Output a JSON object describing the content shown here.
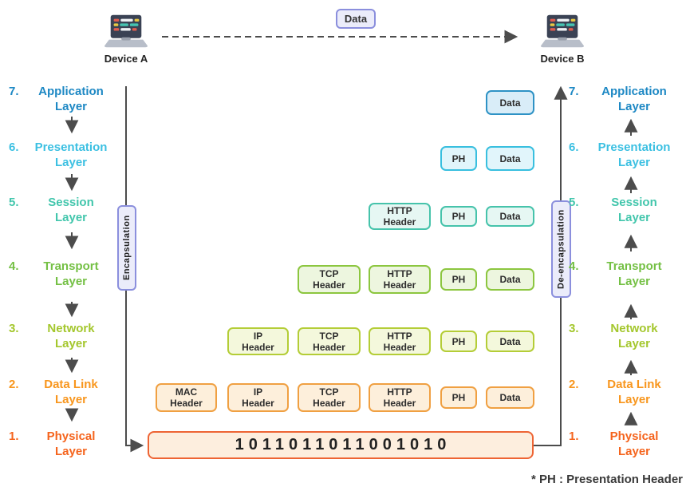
{
  "header": {
    "device_a": "Device A",
    "device_b": "Device B",
    "data_label": "Data"
  },
  "flow": {
    "encapsulation": "Encapsulation",
    "deencapsulation": "De-encapsulation"
  },
  "layers": [
    {
      "num": "7.",
      "name": "Application",
      "suffix": "Layer",
      "color": "#1d88c4"
    },
    {
      "num": "6.",
      "name": "Presentation",
      "suffix": "Layer",
      "color": "#3cc0e2"
    },
    {
      "num": "5.",
      "name": "Session",
      "suffix": "Layer",
      "color": "#42c6ac"
    },
    {
      "num": "4.",
      "name": "Transport",
      "suffix": "Layer",
      "color": "#74c044"
    },
    {
      "num": "3.",
      "name": "Network",
      "suffix": "Layer",
      "color": "#a4c72d"
    },
    {
      "num": "2.",
      "name": "Data Link",
      "suffix": "Layer",
      "color": "#f8961d"
    },
    {
      "num": "1.",
      "name": "Physical",
      "suffix": "Layer",
      "color": "#f5641d"
    }
  ],
  "stack_rows": [
    {
      "layer": 7,
      "border": "#2e92c5",
      "fill": "#d9edf8",
      "boxes": [
        "Data"
      ]
    },
    {
      "layer": 6,
      "border": "#39bfdf",
      "fill": "#e1f5fb",
      "boxes": [
        "PH",
        "Data"
      ]
    },
    {
      "layer": 5,
      "border": "#46c3ab",
      "fill": "#e6f7f3",
      "boxes": [
        "HTTP Header",
        "PH",
        "Data"
      ]
    },
    {
      "layer": 4,
      "border": "#8cc63f",
      "fill": "#edf6df",
      "boxes": [
        "TCP Header",
        "HTTP Header",
        "PH",
        "Data"
      ]
    },
    {
      "layer": 3,
      "border": "#b4cd37",
      "fill": "#f4f8dc",
      "boxes": [
        "IP Header",
        "TCP Header",
        "HTTP Header",
        "PH",
        "Data"
      ]
    },
    {
      "layer": 2,
      "border": "#f0a042",
      "fill": "#fdefdb",
      "boxes": [
        "MAC Header",
        "IP Header",
        "TCP Header",
        "HTTP Header",
        "PH",
        "Data"
      ]
    }
  ],
  "physical": {
    "layer": 1,
    "bits": "1011011011001010",
    "border": "#ee6434",
    "fill": "#fdeede"
  },
  "footnote": "* PH : Presentation Header",
  "colors": {
    "line": "#4c4c4c",
    "flow_box_border": "#8b8fdd",
    "flow_box_fill": "#ebecfa"
  }
}
